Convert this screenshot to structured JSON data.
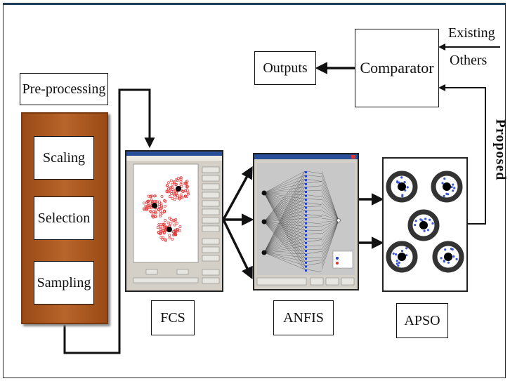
{
  "preprocessing": {
    "title": "Pre-processing",
    "steps": [
      "Scaling",
      "Selection",
      "Sampling"
    ]
  },
  "modules": {
    "fcs": "FCS",
    "anfis": "ANFIS",
    "apso": "APSO"
  },
  "comparator": "Comparator",
  "outputs": "Outputs",
  "inputs": {
    "existing": "Existing",
    "others": "Others",
    "proposed": "Proposed"
  },
  "colors": {
    "preprocess_fill": "#b05a1e",
    "preprocess_edge": "#7a3a10",
    "line": "#111111",
    "cluster_red": "#e03a3a",
    "anfis_blue": "#1f3fd1"
  }
}
